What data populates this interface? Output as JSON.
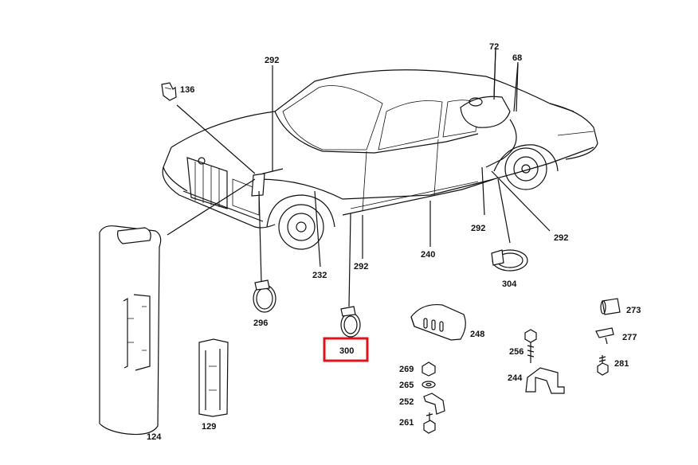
{
  "colors": {
    "highlight": "#e0131b",
    "ink": "#111111",
    "background": "#ffffff"
  },
  "callouts": {
    "p292a": "292",
    "p136": "136",
    "p72": "72",
    "p68": "68",
    "p292b": "292",
    "p292c": "292",
    "p292d": "292",
    "p240": "240",
    "p304": "304",
    "p232": "232",
    "p296": "296",
    "p300": "300",
    "p248": "248",
    "p273": "273",
    "p277": "277",
    "p256": "256",
    "p244": "244",
    "p281": "281",
    "p269": "269",
    "p265": "265",
    "p252": "252",
    "p261": "261",
    "p124": "124",
    "p129": "129"
  },
  "highlighted_part": "300"
}
